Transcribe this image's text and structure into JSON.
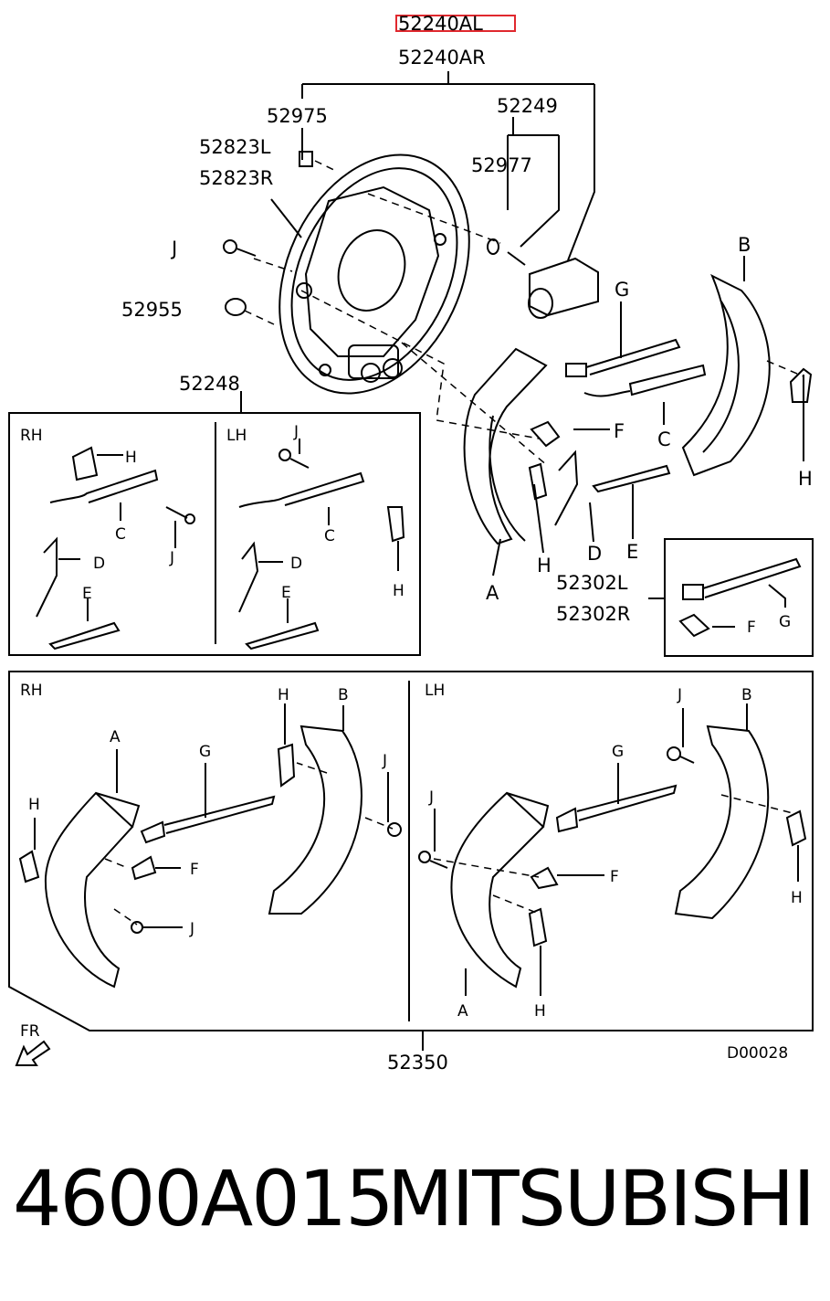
{
  "header": {
    "left_part_highlighted": "52240AL",
    "right_part": "52240AR",
    "highlight_color": "#e0282e"
  },
  "upper_labels": {
    "p52975": "52975",
    "p52823L": "52823L",
    "p52823R": "52823R",
    "p52249": "52249",
    "p52977": "52977",
    "J": "J",
    "p52955": "52955",
    "B": "B",
    "G": "G",
    "F": "F",
    "C": "C",
    "H": "H",
    "A": "A",
    "D": "D",
    "E": "E"
  },
  "spring_kit": {
    "number": "52248",
    "rh": "RH",
    "lh": "LH",
    "H": "H",
    "C": "C",
    "J": "J",
    "D": "D",
    "E": "E"
  },
  "adjuster": {
    "left": "52302L",
    "right": "52302R",
    "F": "F",
    "G": "G"
  },
  "shoe_kit": {
    "number": "52350",
    "rh": "RH",
    "lh": "LH",
    "A": "A",
    "B": "B",
    "F": "F",
    "G": "G",
    "H": "H",
    "J": "J"
  },
  "fr_label": "FR",
  "diagram_code": "D00028",
  "footer": {
    "part_number": "4600A015",
    "brand": "MITSUBISHI"
  }
}
